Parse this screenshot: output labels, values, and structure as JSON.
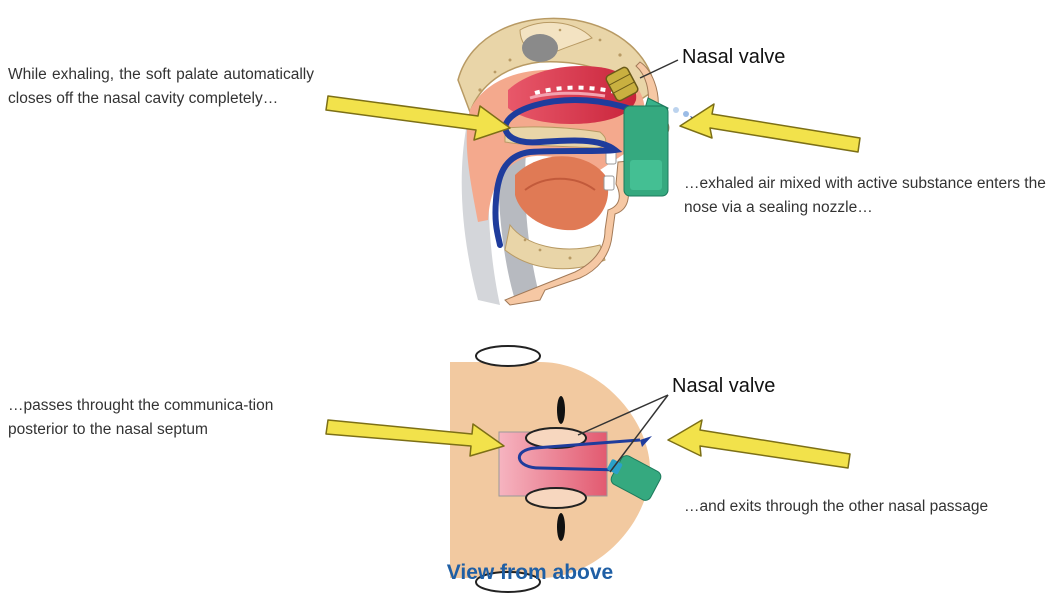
{
  "annotations": {
    "top_left": "While exhaling, the soft palate automatically closes off the nasal cavity completely…",
    "top_right": "…exhaled air mixed with active substance enters the nose via a sealing nozzle…",
    "bottom_left": "…passes throught the communica-tion posterior to the nasal septum",
    "bottom_right": "…and exits through the other nasal passage"
  },
  "labels": {
    "nasal_valve_top": "Nasal valve",
    "nasal_valve_bottom": "Nasal valve"
  },
  "caption": "View from above",
  "colors": {
    "arrow_fill": "#f2e24b",
    "airflow": "#1f3c9c",
    "device": "#2fa77e",
    "face": "#f2c9a0",
    "caption": "#1f5fa5"
  }
}
